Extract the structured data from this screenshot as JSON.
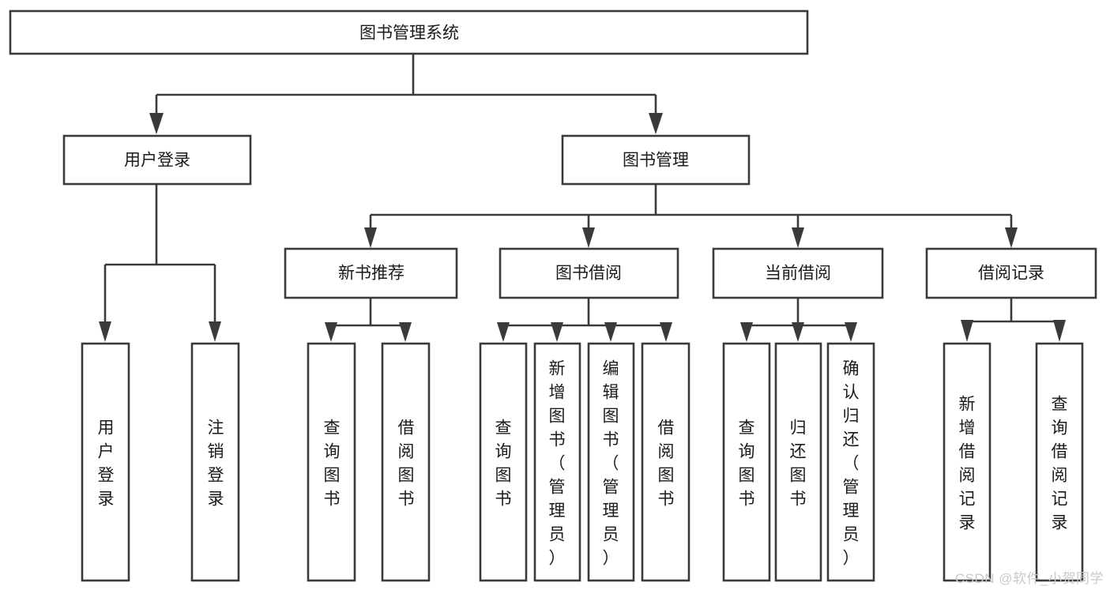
{
  "diagram": {
    "type": "tree-hierarchy-chart",
    "title": "图书管理系统",
    "colors": {
      "box_stroke": "#3a3a3a",
      "box_fill": "#ffffff",
      "text": "#1a1a1a",
      "background": "#ffffff",
      "watermark": "#c9c9c9"
    },
    "root": {
      "label": "图书管理系统",
      "orientation": "horizontal"
    },
    "level1": [
      {
        "label": "用户登录",
        "orientation": "horizontal"
      },
      {
        "label": "图书管理",
        "orientation": "horizontal"
      }
    ],
    "level2": [
      {
        "label": "新书推荐",
        "orientation": "horizontal",
        "parent": "图书管理"
      },
      {
        "label": "图书借阅",
        "orientation": "horizontal",
        "parent": "图书管理"
      },
      {
        "label": "当前借阅",
        "orientation": "horizontal",
        "parent": "图书管理"
      },
      {
        "label": "借阅记录",
        "orientation": "horizontal",
        "parent": "图书管理"
      }
    ],
    "leaves": {
      "用户登录": [
        {
          "label": "用户登录",
          "orientation": "vertical"
        },
        {
          "label": "注销登录",
          "orientation": "vertical"
        }
      ],
      "新书推荐": [
        {
          "label": "查询图书",
          "orientation": "vertical"
        },
        {
          "label": "借阅图书",
          "orientation": "vertical"
        }
      ],
      "图书借阅": [
        {
          "label": "查询图书",
          "orientation": "vertical"
        },
        {
          "label": "新增图书（管理员）",
          "orientation": "vertical"
        },
        {
          "label": "编辑图书（管理员）",
          "orientation": "vertical"
        },
        {
          "label": "借阅图书",
          "orientation": "vertical"
        }
      ],
      "当前借阅": [
        {
          "label": "查询图书",
          "orientation": "vertical"
        },
        {
          "label": "归还图书",
          "orientation": "vertical"
        },
        {
          "label": "确认归还（管理员）",
          "orientation": "vertical"
        }
      ],
      "借阅记录": [
        {
          "label": "新增借阅记录",
          "orientation": "vertical"
        },
        {
          "label": "查询借阅记录",
          "orientation": "vertical"
        }
      ]
    }
  },
  "watermark": {
    "text": "CSDN @软件_小贺同学"
  }
}
